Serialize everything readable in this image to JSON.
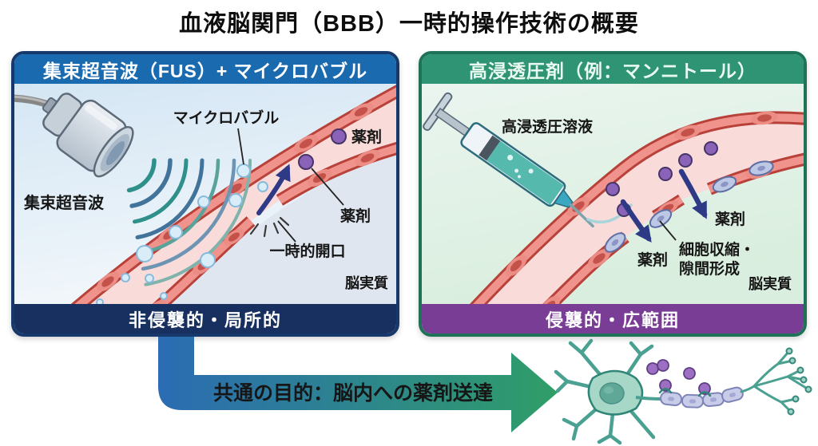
{
  "title": "血液脳関門（BBB）一時的操作技術の概要",
  "left_panel": {
    "header": "集束超音波（FUS）+ マイクロバブル",
    "footer": "非侵襲的・局所的",
    "labels": {
      "transducer": "集束超音波",
      "microbubble": "マイクロバブル",
      "drug_top": "薬剤",
      "drug_mid": "薬剤",
      "opening": "一時的開口",
      "parenchyma": "脳実質"
    },
    "colors": {
      "header_bg": "#1a6ab0",
      "border": "#16386b",
      "footer_bg": "#17305f",
      "content_bg": "#d9e9f6"
    }
  },
  "right_panel": {
    "header": "高浸透圧剤（例：マンニトール）",
    "footer": "侵襲的・広範囲",
    "labels": {
      "solution": "高浸透圧溶液",
      "drug_left": "薬剤",
      "drug_right": "薬剤",
      "cell_shrink_line1": "細胞収縮・",
      "cell_shrink_line2": "隙間形成",
      "parenchyma": "脳実質"
    },
    "colors": {
      "header_bg": "#2e9474",
      "border": "#1e7258",
      "footer_bg": "#7a3d96",
      "content_bg": "#def0e5"
    }
  },
  "bottom_arrow": {
    "text": "共通の目的：脳内への薬剤送達",
    "colors": {
      "gradient_start": "#2b6cb3",
      "gradient_end": "#2f9e67"
    }
  }
}
